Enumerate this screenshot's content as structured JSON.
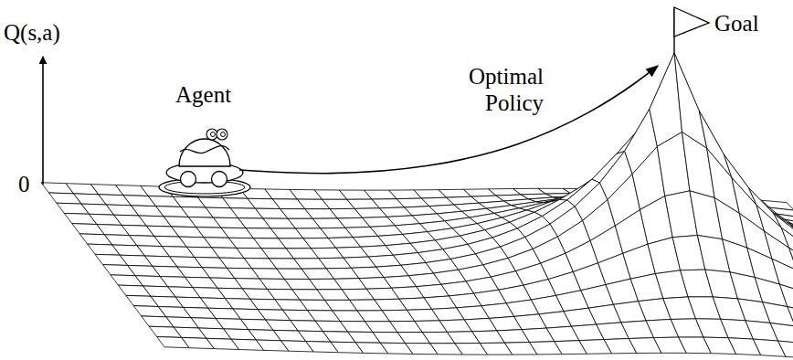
{
  "diagram": {
    "labels": [
      "Q(s,a)",
      "0",
      "Agent",
      "Optimal Policy",
      "Goal"
    ]
  }
}
